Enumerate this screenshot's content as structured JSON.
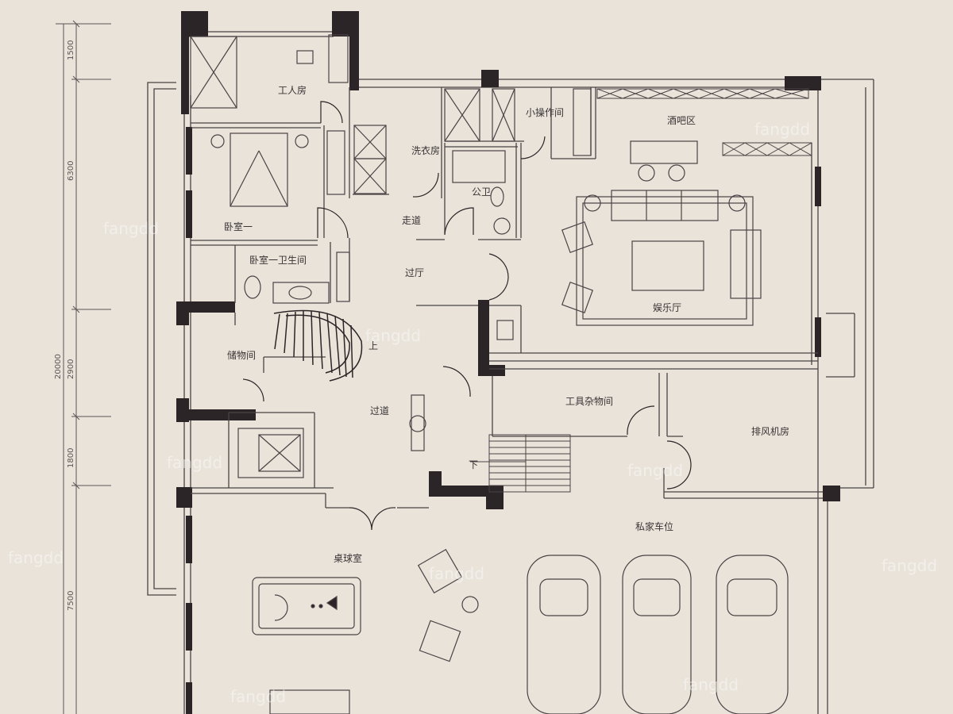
{
  "rooms": {
    "worker_room": "工人房",
    "small_kitchen": "小操作间",
    "bar_area": "酒吧区",
    "laundry": "洗衣房",
    "public_bath": "公卫",
    "bedroom_1": "卧室一",
    "corridor": "走道",
    "bedroom_1_bath": "卧室一卫生间",
    "hall": "过厅",
    "entertainment_hall": "娱乐厅",
    "storage": "储物间",
    "passage": "过道",
    "tool_room": "工具杂物间",
    "exhaust_fan_room": "排风机房",
    "private_parking": "私家车位",
    "billiard_room": "桌球室"
  },
  "stair_marks": {
    "up": "上",
    "down": "下"
  },
  "dimensions": {
    "d1": "1500",
    "d2": "6300",
    "d3": "2900",
    "d4": "1800",
    "d5": "7500",
    "total": "20000"
  },
  "watermark": "fangdd",
  "colors": {
    "background": "#e9e3da",
    "wall_solid": "#2b2527",
    "line": "#4a4345"
  }
}
